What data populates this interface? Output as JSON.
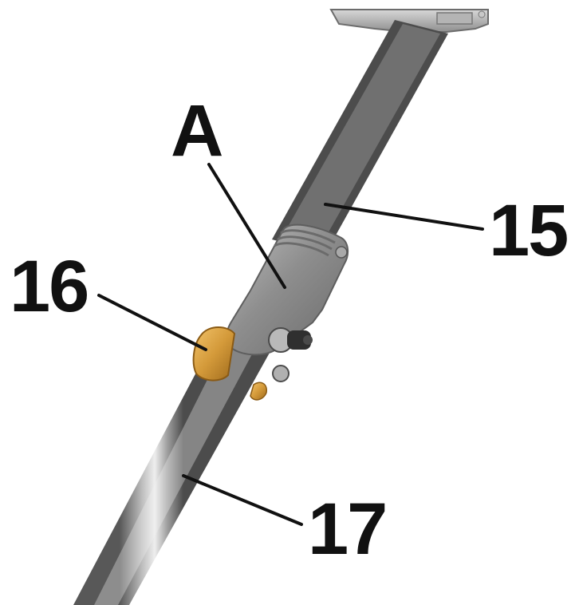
{
  "callouts": {
    "a": "A",
    "fifteen": "15",
    "sixteen": "16",
    "seventeen": "17"
  },
  "colors": {
    "background": "#ffffff",
    "tube": "#9a9a9a",
    "clamp": "#8c8c8c",
    "knob": "#d49a3a",
    "leader": "#111111"
  }
}
